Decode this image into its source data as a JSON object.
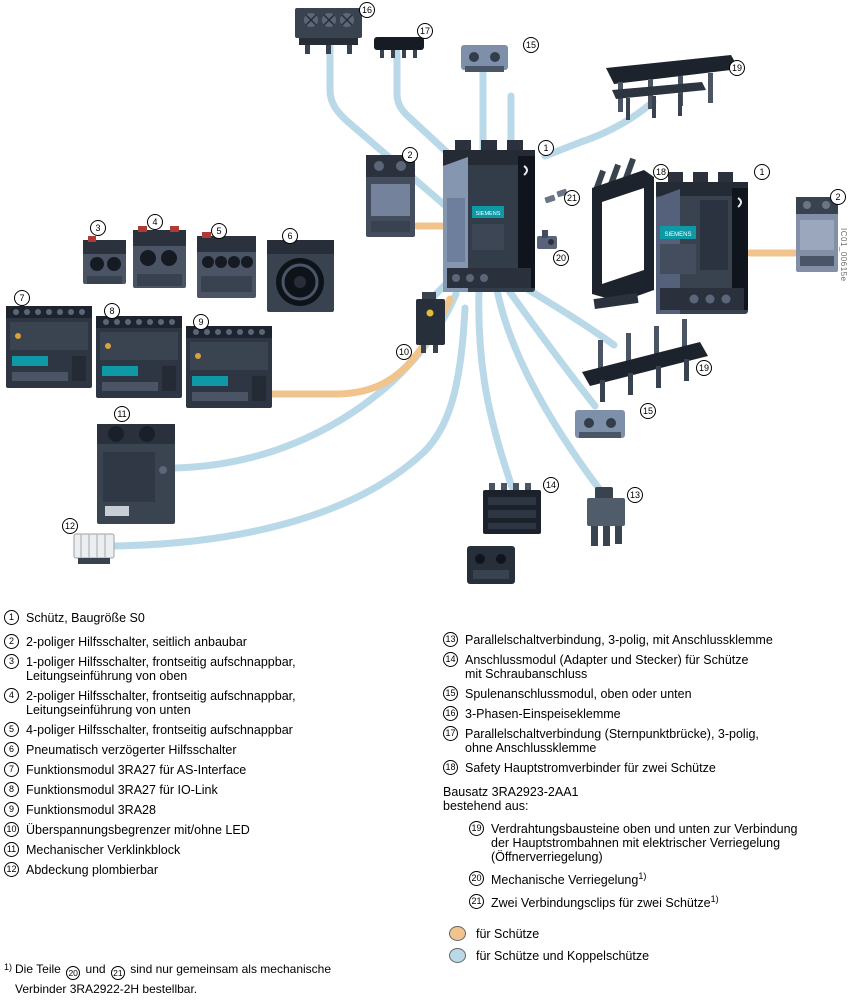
{
  "diagram": {
    "brand": "SIEMENS",
    "watermark": "IC01_00615e",
    "colors": {
      "for_contactors": "#f2c48d",
      "for_contactors_and_coupling": "#b9d9e9",
      "housing_dark": "#39424f",
      "brand_teal": "#0d9aa6"
    },
    "callouts": [
      "16",
      "17",
      "15",
      "19",
      "2",
      "1",
      "21",
      "18",
      "1",
      "2",
      "20",
      "3",
      "4",
      "5",
      "6",
      "7",
      "8",
      "9",
      "10",
      "19",
      "15",
      "11",
      "14",
      "13",
      "12"
    ]
  },
  "legend_left": [
    {
      "num": "1",
      "lines": [
        "Schütz, Baugröße S0"
      ]
    },
    {
      "num": "2",
      "lines": [
        "2-poliger Hilfsschalter, seitlich anbaubar"
      ]
    },
    {
      "num": "3",
      "lines": [
        "1-poliger Hilfsschalter, frontseitig aufschnappbar,",
        "Leitungseinführung von oben"
      ]
    },
    {
      "num": "4",
      "lines": [
        "2-poliger Hilfsschalter, frontseitig aufschnappbar,",
        "Leitungseinführung von unten"
      ]
    },
    {
      "num": "5",
      "lines": [
        "4-poliger Hilfsschalter, frontseitig aufschnappbar"
      ]
    },
    {
      "num": "6",
      "lines": [
        "Pneumatisch verzögerter Hilfsschalter"
      ]
    },
    {
      "num": "7",
      "lines": [
        "Funktionsmodul 3RA27 für AS-Interface"
      ]
    },
    {
      "num": "8",
      "lines": [
        "Funktionsmodul 3RA27 für IO-Link"
      ]
    },
    {
      "num": "9",
      "lines": [
        "Funktionsmodul 3RA28"
      ]
    },
    {
      "num": "10",
      "lines": [
        "Überspannungsbegrenzer mit/ohne LED"
      ]
    },
    {
      "num": "11",
      "lines": [
        "Mechanischer Verklinkblock"
      ]
    },
    {
      "num": "12",
      "lines": [
        "Abdeckung plombierbar"
      ]
    }
  ],
  "legend_right": [
    {
      "num": "13",
      "lines": [
        "Parallelschaltverbindung, 3-polig, mit Anschlussklemme"
      ]
    },
    {
      "num": "14",
      "lines": [
        "Anschlussmodul (Adapter und Stecker) für Schütze",
        "mit Schraubanschluss"
      ]
    },
    {
      "num": "15",
      "lines": [
        "Spulenanschlussmodul, oben oder unten"
      ]
    },
    {
      "num": "16",
      "lines": [
        "3-Phasen-Einspeiseklemme"
      ]
    },
    {
      "num": "17",
      "lines": [
        "Parallelschaltverbindung (Sternpunktbrücke), 3-polig,",
        "ohne Anschlussklemme"
      ]
    },
    {
      "num": "18",
      "lines": [
        "Safety Hauptstromverbinder für zwei Schütze"
      ]
    }
  ],
  "bausatz": {
    "title_line1": "Bausatz 3RA2923-2AA1",
    "title_line2": "bestehend aus:",
    "items": [
      {
        "num": "19",
        "lines": [
          "Verdrahtungsbausteine oben und unten zur Verbindung",
          "der Hauptstrombahnen mit elektrischer Verriegelung",
          "(Öffnerverriegelung)"
        ]
      },
      {
        "num": "20",
        "lines": [
          "Mechanische Verriegelung"
        ],
        "sup": "1)"
      },
      {
        "num": "21",
        "lines": [
          "Zwei Verbindungsclips für zwei Schütze"
        ],
        "sup": "1)"
      }
    ]
  },
  "color_legend": [
    {
      "color": "#f2c48d",
      "label": "für Schütze"
    },
    {
      "color": "#b9d9e9",
      "label": "für Schütze und Koppelschütze"
    }
  ],
  "footnote": {
    "sup": "1)",
    "part1": "Die Teile",
    "badge1": "20",
    "part2": "und",
    "badge2": "21",
    "part3": "sind nur gemeinsam als mechanische",
    "part4": "Verbinder 3RA2922-2H bestellbar."
  }
}
